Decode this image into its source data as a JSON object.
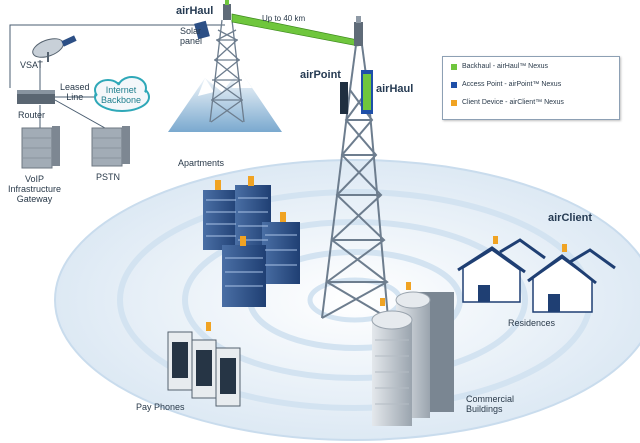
{
  "labels": {
    "vsat": "VSAT",
    "leased_line": "Leased\nLine",
    "internet_backbone": "Internet\nBackbone",
    "router": "Router",
    "voip_gateway": "VoIP\nInfrastructure\nGateway",
    "pstn": "PSTN",
    "airhaul_top": "airHaul",
    "solar_panel": "Solar\npanel",
    "range": "Up to 40 km",
    "airpoint": "airPoint",
    "airhaul_main": "airHaul",
    "apartments": "Apartments",
    "airclient": "airClient",
    "residences": "Residences",
    "pay_phones": "Pay Phones",
    "commercial_buildings": "Commercial\nBuildings"
  },
  "legend": [
    {
      "label": "Backhaul - airHaul™ Nexus",
      "color": "#6fc63d"
    },
    {
      "label": "Access Point - airPoint™ Nexus",
      "color": "#1f4fa8"
    },
    {
      "label": "Client Device - airClient™ Nexus",
      "color": "#f0a323"
    }
  ],
  "colors": {
    "backhaul_green": "#6fc63d",
    "access_blue": "#1f4fa8",
    "client_orange": "#f0a323",
    "tower_gray": "#6d7d8e",
    "wave_blue": "#cfe0ef"
  },
  "icons": [
    "satellite-dish-icon",
    "cloud-icon",
    "router-icon",
    "server-icon",
    "cell-tower-icon",
    "antenna-icon"
  ]
}
